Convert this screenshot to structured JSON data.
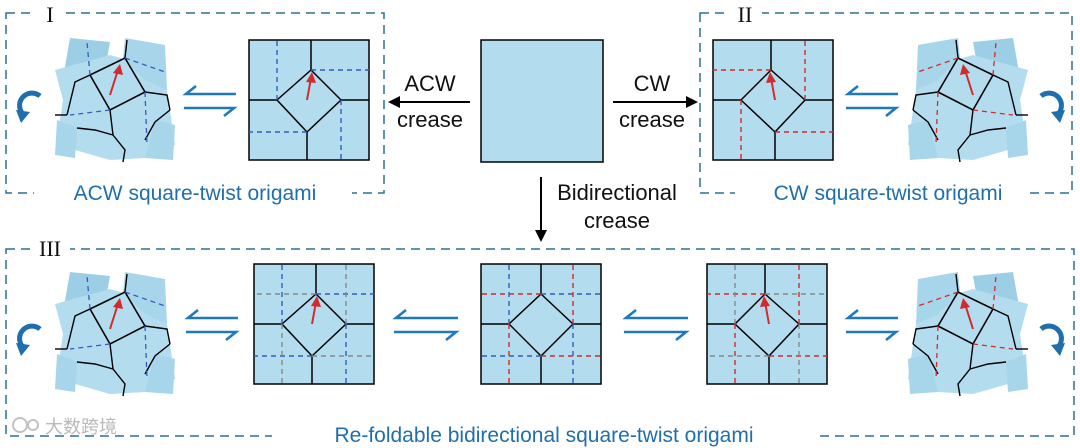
{
  "panels": {
    "I": {
      "roman": "I",
      "caption": "ACW square-twist origami"
    },
    "II": {
      "roman": "II",
      "caption": "CW square-twist origami"
    },
    "III": {
      "roman": "III",
      "caption": "Re-foldable bidirectional square-twist origami"
    }
  },
  "arrows": {
    "left_label_1": "ACW",
    "left_label_2": "crease",
    "right_label_1": "CW",
    "right_label_2": "crease",
    "down_label_1": "Bidirectional",
    "down_label_2": "crease"
  },
  "watermark": "大数跨境",
  "colors": {
    "paper": "#b3dcef",
    "paper_dark": "#9ccfe6",
    "frame": "#2c6e9c",
    "caption": "#1f6fae",
    "equilibrium": "#1f79bd",
    "valley": "#2f5fbf",
    "mountain": "#d12b2b",
    "neutral": "#888888",
    "rotation": "#1f6fae"
  }
}
